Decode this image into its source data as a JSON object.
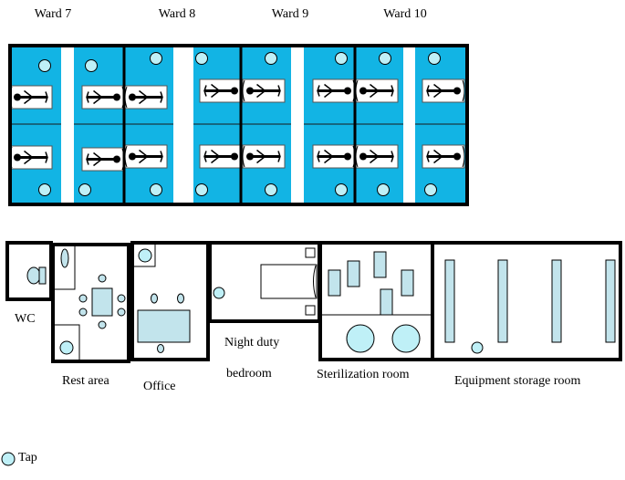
{
  "colors": {
    "ward_fill": "#12b4e4",
    "tap_fill": "#bff0f7",
    "wall": "#000000",
    "fixture_fill": "#c2e4ec",
    "bed_fill": "#ffffff"
  },
  "wards": [
    {
      "label": "Ward 7"
    },
    {
      "label": "Ward 8"
    },
    {
      "label": "Ward 9"
    },
    {
      "label": "Ward 10"
    }
  ],
  "rooms": {
    "wc": "WC",
    "rest_area": "Rest area",
    "office": "Office",
    "night_duty_1": "Night duty",
    "night_duty_2": "bedroom",
    "sterilization": "Sterilization room",
    "equipment": "Equipment storage room"
  },
  "legend": {
    "icon": "tap-circle-icon",
    "label": "Tap"
  }
}
